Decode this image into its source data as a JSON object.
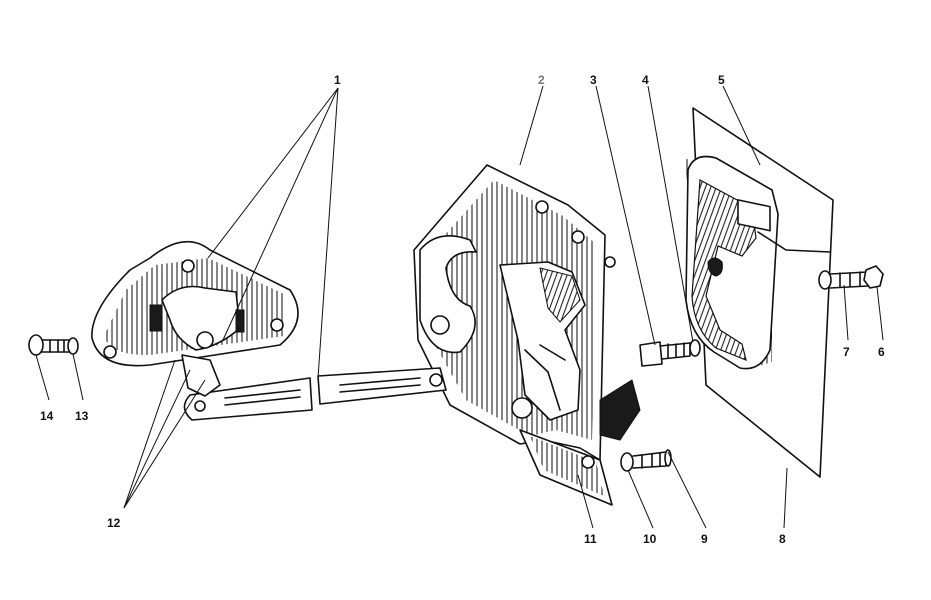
{
  "callouts": [
    {
      "id": "1",
      "text": "1"
    },
    {
      "id": "2",
      "text": "2"
    },
    {
      "id": "3",
      "text": "3"
    },
    {
      "id": "4",
      "text": "4"
    },
    {
      "id": "5",
      "text": "5"
    },
    {
      "id": "6",
      "text": "6"
    },
    {
      "id": "7",
      "text": "7"
    },
    {
      "id": "8",
      "text": "8"
    },
    {
      "id": "9",
      "text": "9"
    },
    {
      "id": "10",
      "text": "10"
    },
    {
      "id": "11",
      "text": "11"
    },
    {
      "id": "12",
      "text": "12"
    },
    {
      "id": "13",
      "text": "13"
    },
    {
      "id": "14",
      "text": "14"
    }
  ],
  "colors": {
    "ink": "#111111",
    "paper": "#ffffff",
    "label_grey": "#777777"
  }
}
